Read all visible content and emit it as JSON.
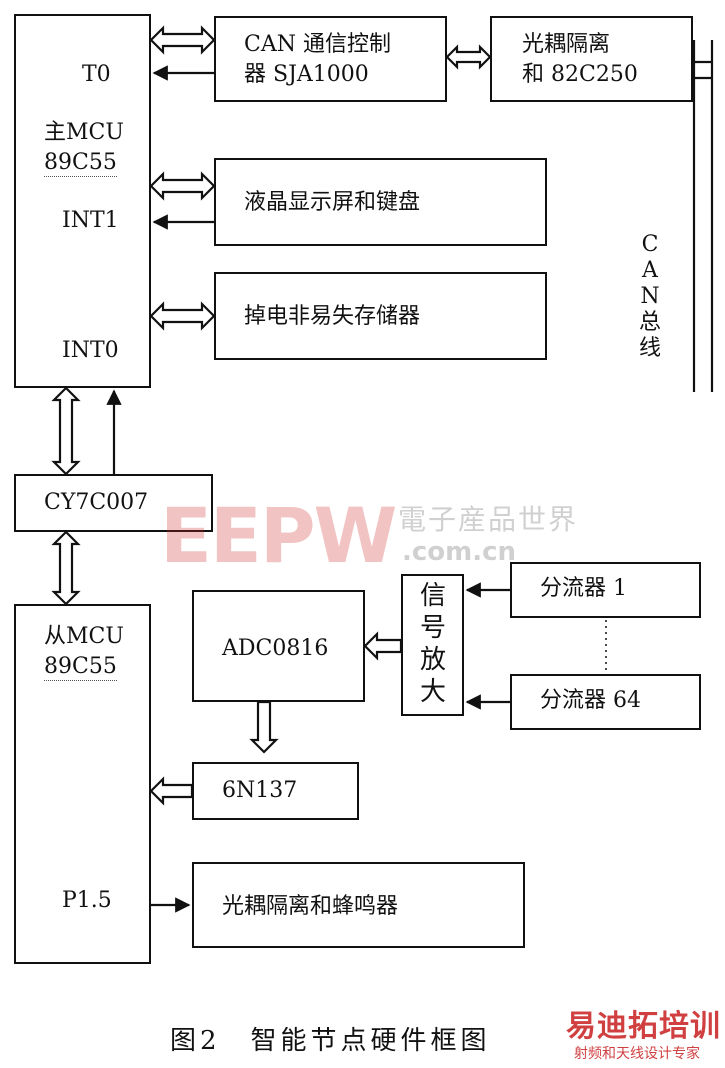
{
  "diagram": {
    "main_mcu": {
      "title_line1": "主MCU",
      "title_line2": "89C55",
      "pin_t0": "T0",
      "pin_int1": "INT1",
      "pin_int0": "INT0"
    },
    "can_controller": {
      "line1": "CAN 通信控制",
      "line2": "器 SJA1000"
    },
    "optocoupler": {
      "line1": "光耦隔离",
      "line2": "和 82C250"
    },
    "lcd": {
      "label": "液晶显示屏和键盘"
    },
    "eeprom": {
      "label": "掉电非易失存储器"
    },
    "can_bus": {
      "label": "CAN总线"
    },
    "dual_port": {
      "label": "CY7C007"
    },
    "slave_mcu": {
      "title_line1": "从MCU",
      "title_line2": "89C55",
      "pin_p15": "P1.5"
    },
    "adc": {
      "label": "ADC0816"
    },
    "amplifier": {
      "label": "信号放大"
    },
    "shunt1": {
      "label": "分流器 1"
    },
    "shunt64": {
      "label": "分流器 64"
    },
    "isolator": {
      "label": "6N137"
    },
    "buzzer": {
      "label": "光耦隔离和蜂鸣器"
    }
  },
  "caption": "图2　智能节点硬件框图",
  "watermark": {
    "brand": "EEPW",
    "cn_text": "電子産品世界",
    "url": ".com.cn"
  },
  "corner_logo": {
    "main": "易迪拓培训",
    "sub": "射频和天线设计专家"
  }
}
